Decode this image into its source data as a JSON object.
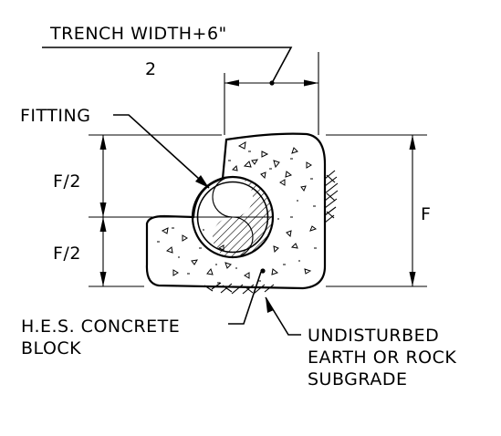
{
  "labels": {
    "trench_width": "TRENCH  WIDTH+6\"",
    "trench_divisor": "2",
    "fitting": "FITTING",
    "half_f_upper": "F/2",
    "half_f_lower": "F/2",
    "f": "F",
    "concrete_line1": "H.E.S.  CONCRETE",
    "concrete_line2": "BLOCK",
    "earth_line1": "UNDISTURBED",
    "earth_line2": "EARTH  OR  ROCK",
    "earth_line3": "SUBGRADE"
  }
}
